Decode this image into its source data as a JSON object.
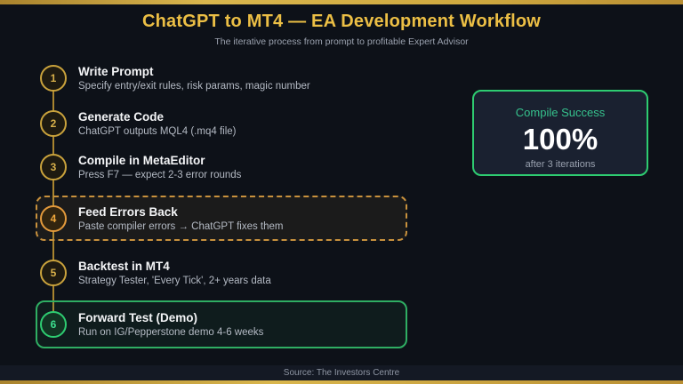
{
  "page": {
    "title": "ChatGPT to MT4 — EA Development Workflow",
    "subtitle": "The iterative process from prompt to profitable Expert Advisor",
    "source": "Source: The Investors Centre"
  },
  "steps": [
    {
      "number": "1",
      "title": "Write Prompt",
      "description": "Specify entry/exit rules, risk params, magic number"
    },
    {
      "number": "2",
      "title": "Generate Code",
      "description": "ChatGPT outputs MQL4 (.mq4 file)"
    },
    {
      "number": "3",
      "title": "Compile in MetaEditor",
      "description": "Press F7 — expect 2-3 error rounds"
    },
    {
      "number": "4",
      "title": "Feed Errors Back",
      "description": "Paste compiler errors → ChatGPT fixes them"
    },
    {
      "number": "5",
      "title": "Backtest in MT4",
      "description": "Strategy Tester, 'Every Tick', 2+ years data"
    },
    {
      "number": "6",
      "title": "Forward Test (Demo)",
      "description": "Run on IG/Pepperstone demo 4-6 weeks"
    }
  ],
  "stat_panel": {
    "label": "Compile Success",
    "value": "100%",
    "note": "after 3 iterations"
  },
  "colors": {
    "background": "#0d1118",
    "gold": "#c9a23c",
    "amber_highlight": "#e39a3c",
    "green_highlight": "#2ecc71",
    "teal_label": "#36c28d",
    "title_gold": "#ecbf45"
  }
}
